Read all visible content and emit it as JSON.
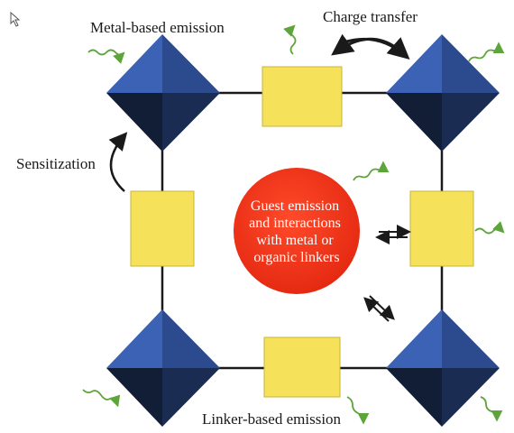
{
  "labels": {
    "metal_emission": "Metal-based emission",
    "charge_transfer": "Charge transfer",
    "sensitization": "Sensitization",
    "linker_emission": "Linker-based emission"
  },
  "center": {
    "lines": [
      "Guest emission",
      "and interactions",
      "with metal or",
      "organic linkers"
    ]
  },
  "colors": {
    "octahedron_light": "#3b62b5",
    "octahedron_dark": "#1b2c52",
    "linker": "#f5e15a",
    "guest": "#f0301a",
    "emission": "#5da53a"
  },
  "icons": [
    "cursor-icon",
    "wavy-emission-arrow-icon",
    "equilibrium-arrows-icon",
    "curved-arrow-icon"
  ]
}
